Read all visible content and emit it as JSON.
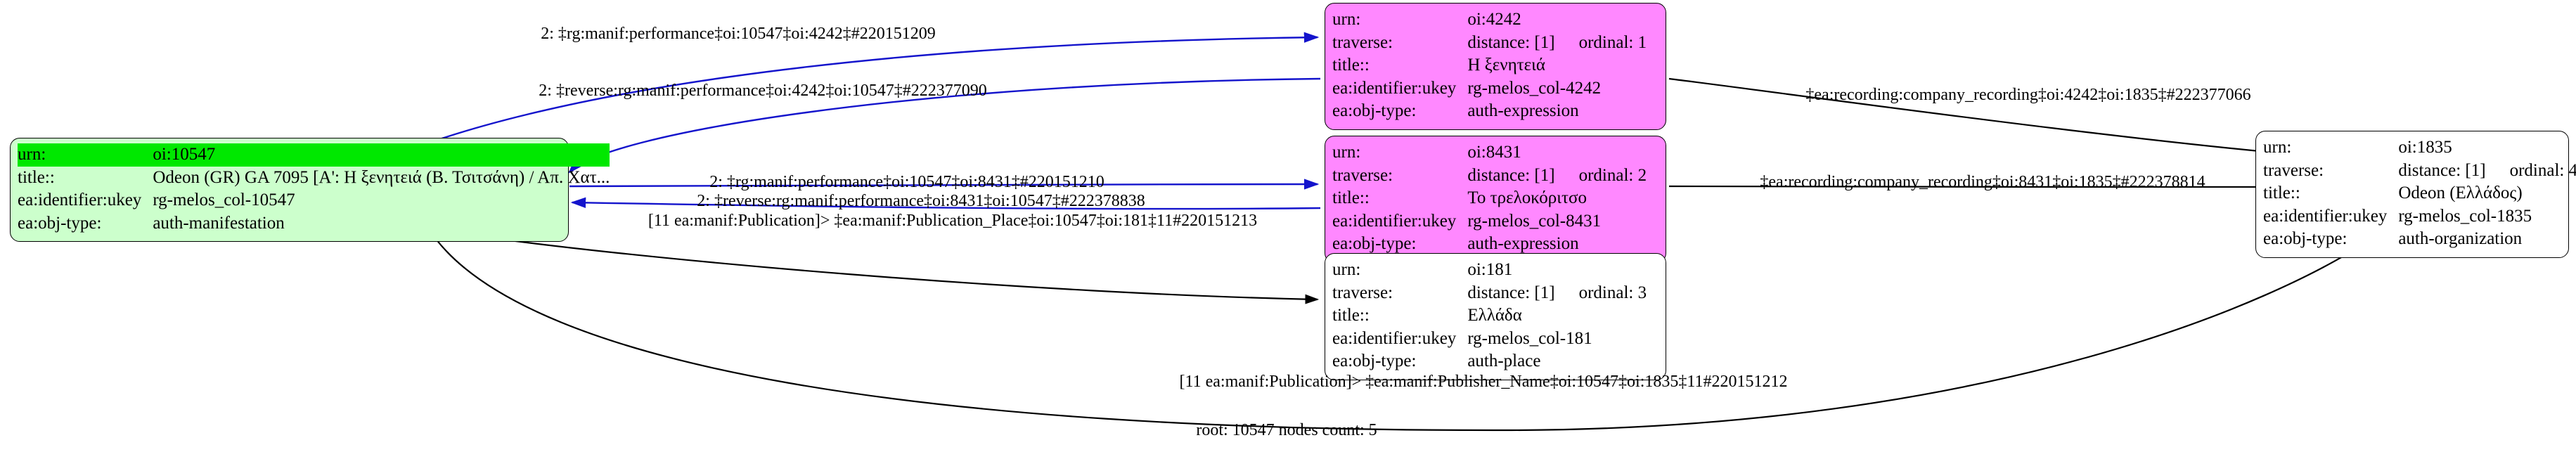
{
  "graph": {
    "footer_label": "root: 10547 nodes count: 5",
    "colors": {
      "root_fill": "#ccffcc",
      "root_highlight": "#00e800",
      "expression_fill": "#ff88ff",
      "plain_fill": "#ffffff",
      "node_stroke": "#000000",
      "edge_blue": "#1414cc",
      "edge_black": "#000000"
    },
    "field_labels": {
      "urn": "urn:",
      "traverse": "traverse:",
      "title": "title::",
      "ukey": "ea:identifier:ukey",
      "objtype": "ea:obj-type:"
    },
    "nodes": [
      {
        "id": "n10547",
        "fill": "green",
        "urn": "oi:10547",
        "title": "Odeon (GR) GA 7095 [Α': Η ξενητειά (Β. Τσιτσάνη) / Απ. Χατ...",
        "ukey": "rg-melos_col-10547",
        "objtype": "auth-manifestation"
      },
      {
        "id": "n4242",
        "fill": "magenta",
        "urn": "oi:4242",
        "distance": "distance: [1]",
        "ordinal": "ordinal: 1",
        "title": "Η ξενητειά",
        "ukey": "rg-melos_col-4242",
        "objtype": "auth-expression"
      },
      {
        "id": "n8431",
        "fill": "magenta",
        "urn": "oi:8431",
        "distance": "distance: [1]",
        "ordinal": "ordinal: 2",
        "title": "Το τρελοκόριτσο",
        "ukey": "rg-melos_col-8431",
        "objtype": "auth-expression"
      },
      {
        "id": "n181",
        "fill": "white",
        "urn": "oi:181",
        "distance": "distance: [1]",
        "ordinal": "ordinal: 3",
        "title": "Ελλάδα",
        "ukey": "rg-melos_col-181",
        "objtype": "auth-place"
      },
      {
        "id": "n1835",
        "fill": "white",
        "urn": "oi:1835",
        "distance": "distance: [1]",
        "ordinal": "ordinal: 4",
        "title": "Odeon (Ελλάδος)",
        "ukey": "rg-melos_col-1835",
        "objtype": "auth-organization"
      }
    ],
    "edges": [
      {
        "id": "e1",
        "label": "2: ‡rg:manif:performance‡oi:10547‡oi:4242‡#220151209",
        "color": "#1414cc"
      },
      {
        "id": "e2",
        "label": "2: ‡reverse:rg:manif:performance‡oi:4242‡oi:10547‡#222377090",
        "color": "#1414cc"
      },
      {
        "id": "e3",
        "label": "2: ‡rg:manif:performance‡oi:10547‡oi:8431‡#220151210",
        "color": "#1414cc"
      },
      {
        "id": "e4",
        "label": "2: ‡reverse:rg:manif:performance‡oi:8431‡oi:10547‡#222378838",
        "color": "#1414cc"
      },
      {
        "id": "e5",
        "label": "[11 ea:manif:Publication]> ‡ea:manif:Publication_Place‡oi:10547‡oi:181‡11#220151213",
        "color": "#000000"
      },
      {
        "id": "e6",
        "label": "‡ea:recording:company_recording‡oi:4242‡oi:1835‡#222377066",
        "color": "#000000"
      },
      {
        "id": "e7",
        "label": "‡ea:recording:company_recording‡oi:8431‡oi:1835‡#222378814",
        "color": "#000000"
      },
      {
        "id": "e8",
        "label": "[11 ea:manif:Publication]> ‡ea:manif:Publisher_Name‡oi:10547‡oi:1835‡11#220151212",
        "color": "#000000"
      }
    ]
  }
}
